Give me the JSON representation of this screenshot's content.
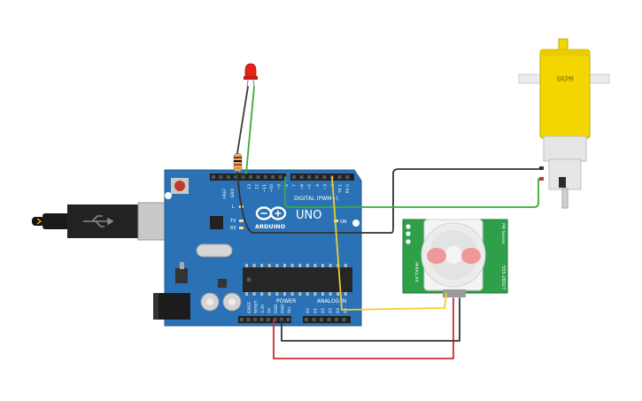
{
  "arduino": {
    "brand": "ARDUINO",
    "model": "UNO",
    "digital_header": "DIGITAL (PWM~)",
    "power_label": "POWER",
    "analog_label": "ANALOG IN",
    "led_l": "L",
    "tx": "TX",
    "rx": "RX",
    "on": "ON",
    "aref": "AREF",
    "gnd": "GND",
    "digital_pins": [
      "13",
      "12",
      "~11",
      "~10",
      "~9",
      "8",
      "7",
      "~6",
      "~5",
      "4",
      "~3",
      "2",
      "TX 1",
      "RX 0"
    ],
    "power_pins": [
      "IOREF",
      "RESET",
      "3.3V",
      "5V",
      "GND",
      "GND",
      "Vin"
    ],
    "analog_pins": [
      "A0",
      "A1",
      "A2",
      "A3",
      "A4",
      "A5"
    ]
  },
  "motor": {
    "label": "0RPM"
  },
  "pir": {
    "title": "PIR Sensor",
    "part": "555-28027",
    "brand": "PARALLAX"
  },
  "colors": {
    "board": "#2a72b5",
    "wire_black": "#333333",
    "wire_red": "#d42a2a",
    "wire_green": "#3aab3a",
    "wire_yellow": "#f2cc2b",
    "motor_yellow": "#f3d600",
    "pir_green": "#2ea04a"
  }
}
